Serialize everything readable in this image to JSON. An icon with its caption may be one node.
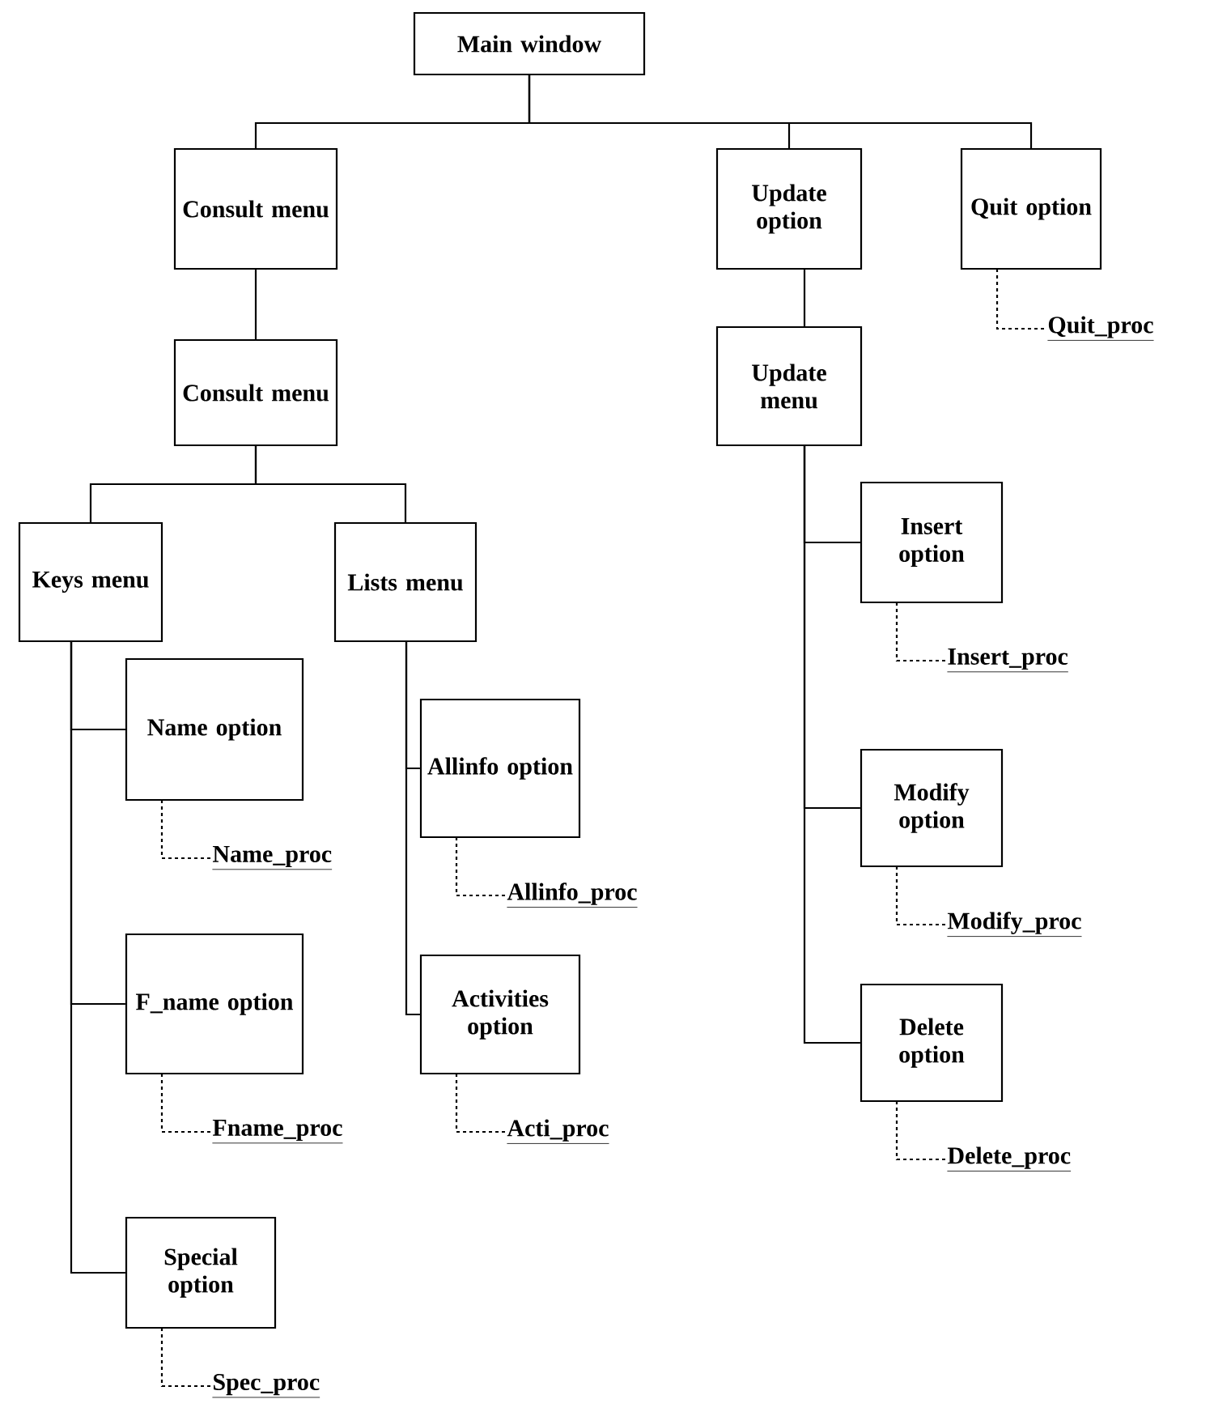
{
  "diagram": {
    "nodes": [
      {
        "text": [
          "Main window"
        ]
      },
      {
        "text": [
          "Consult menu"
        ]
      },
      {
        "text": [
          "Update option"
        ]
      },
      {
        "text": [
          "Quit option"
        ]
      },
      {
        "text": [
          "Consult menu"
        ]
      },
      {
        "text": [
          "Update menu"
        ]
      },
      {
        "text": [
          "Keys menu"
        ]
      },
      {
        "text": [
          "Lists menu"
        ]
      },
      {
        "text": [
          "Insert option"
        ]
      },
      {
        "text": [
          "Name option"
        ]
      },
      {
        "text": [
          "Allinfo option"
        ]
      },
      {
        "text": [
          "Modify option"
        ]
      },
      {
        "text": [
          "F_name option"
        ]
      },
      {
        "text": [
          "Activities option"
        ]
      },
      {
        "text": [
          "Delete option"
        ]
      },
      {
        "text": [
          "Special option"
        ]
      },
      {
        "text": [
          "Quit_proc"
        ]
      },
      {
        "text": [
          "Insert_proc"
        ]
      },
      {
        "text": [
          "Name_proc"
        ]
      },
      {
        "text": [
          "Allinfo_proc"
        ]
      },
      {
        "text": [
          "Modify_proc"
        ]
      },
      {
        "text": [
          "Fname_proc"
        ]
      },
      {
        "text": [
          "Acti_proc"
        ]
      },
      {
        "text": [
          "Delete_proc"
        ]
      },
      {
        "text": [
          "Spec_proc"
        ]
      }
    ],
    "edges": [
      {
        "from": 0,
        "to": 1,
        "arrow": "none"
      },
      {
        "from": 0,
        "to": 2,
        "arrow": "none"
      },
      {
        "from": 0,
        "to": 3,
        "arrow": "none"
      },
      {
        "from": 1,
        "to": 4,
        "arrow": "none"
      },
      {
        "from": 2,
        "to": 5,
        "arrow": "none"
      },
      {
        "from": 4,
        "to": 6,
        "arrow": "none"
      },
      {
        "from": 4,
        "to": 7,
        "arrow": "none"
      },
      {
        "from": 6,
        "to": 9,
        "arrow": "none"
      },
      {
        "from": 6,
        "to": 12,
        "arrow": "none"
      },
      {
        "from": 6,
        "to": 15,
        "arrow": "none"
      },
      {
        "from": 7,
        "to": 10,
        "arrow": "none"
      },
      {
        "from": 7,
        "to": 13,
        "arrow": "none"
      },
      {
        "from": 5,
        "to": 8,
        "arrow": "none"
      },
      {
        "from": 5,
        "to": 11,
        "arrow": "none"
      },
      {
        "from": 5,
        "to": 14,
        "arrow": "none"
      },
      {
        "from": 3,
        "to": 16,
        "arrow": "none",
        "style": "dashed"
      },
      {
        "from": 8,
        "to": 17,
        "arrow": "none",
        "style": "dashed"
      },
      {
        "from": 9,
        "to": 18,
        "arrow": "none",
        "style": "dashed"
      },
      {
        "from": 10,
        "to": 19,
        "arrow": "none",
        "style": "dashed"
      },
      {
        "from": 11,
        "to": 20,
        "arrow": "none",
        "style": "dashed"
      },
      {
        "from": 12,
        "to": 21,
        "arrow": "none",
        "style": "dashed"
      },
      {
        "from": 13,
        "to": 22,
        "arrow": "none",
        "style": "dashed"
      },
      {
        "from": 14,
        "to": 23,
        "arrow": "none",
        "style": "dashed"
      },
      {
        "from": 15,
        "to": 24,
        "arrow": "none",
        "style": "dashed"
      }
    ]
  }
}
